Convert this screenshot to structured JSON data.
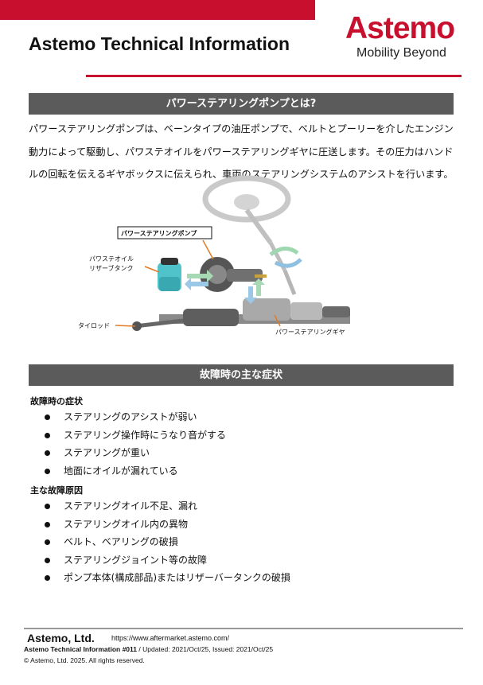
{
  "header": {
    "title": "Astemo Technical Information",
    "logo_word": "Astemo",
    "logo_tagline": "Mobility Beyond",
    "accent_color": "#c8102e"
  },
  "section1": {
    "heading": "パワーステアリングポンプとは?",
    "paragraph": "パワーステアリングポンプは、ベーンタイプの油圧ポンプで、ベルトとプーリーを介したエンジン動力によって駆動し、パワステオイルをパワーステアリングギヤに圧送します。その圧力はハンドルの回転を伝えるギヤボックスに伝えられ、車両のステアリングシステムのアシストを行います。"
  },
  "diagram": {
    "label_pump": "パワーステアリングポンプ",
    "label_tank_line1": "パワステオイル",
    "label_tank_line2": "リザーブタンク",
    "label_tierod": "タイロッド",
    "label_gear": "パワーステアリングギヤ"
  },
  "section2": {
    "heading": "故障時の主な症状",
    "symptoms_title": "故障時の症状",
    "symptoms": [
      "ステアリングのアシストが弱い",
      "ステアリング操作時にうなり音がする",
      "ステアリングが重い",
      "地面にオイルが漏れている"
    ],
    "causes_title": "主な故障原因",
    "causes": [
      "ステアリングオイル不足、漏れ",
      "ステアリングオイル内の異物",
      "ベルト、ベアリングの破損",
      "ステアリングジョイント等の故障",
      "ポンプ本体(構成部品)またはリザーバータンクの破損"
    ]
  },
  "footer": {
    "company": "Astemo, Ltd.",
    "url": "https://www.aftermarket.astemo.com/",
    "doc_number": "Astemo Technical Information #011",
    "doc_dates": " / Updated: 2021/Oct/25, Issued: 2021/Oct/25",
    "copyright": "© Astemo, Ltd. 2025. All rights reserved."
  }
}
